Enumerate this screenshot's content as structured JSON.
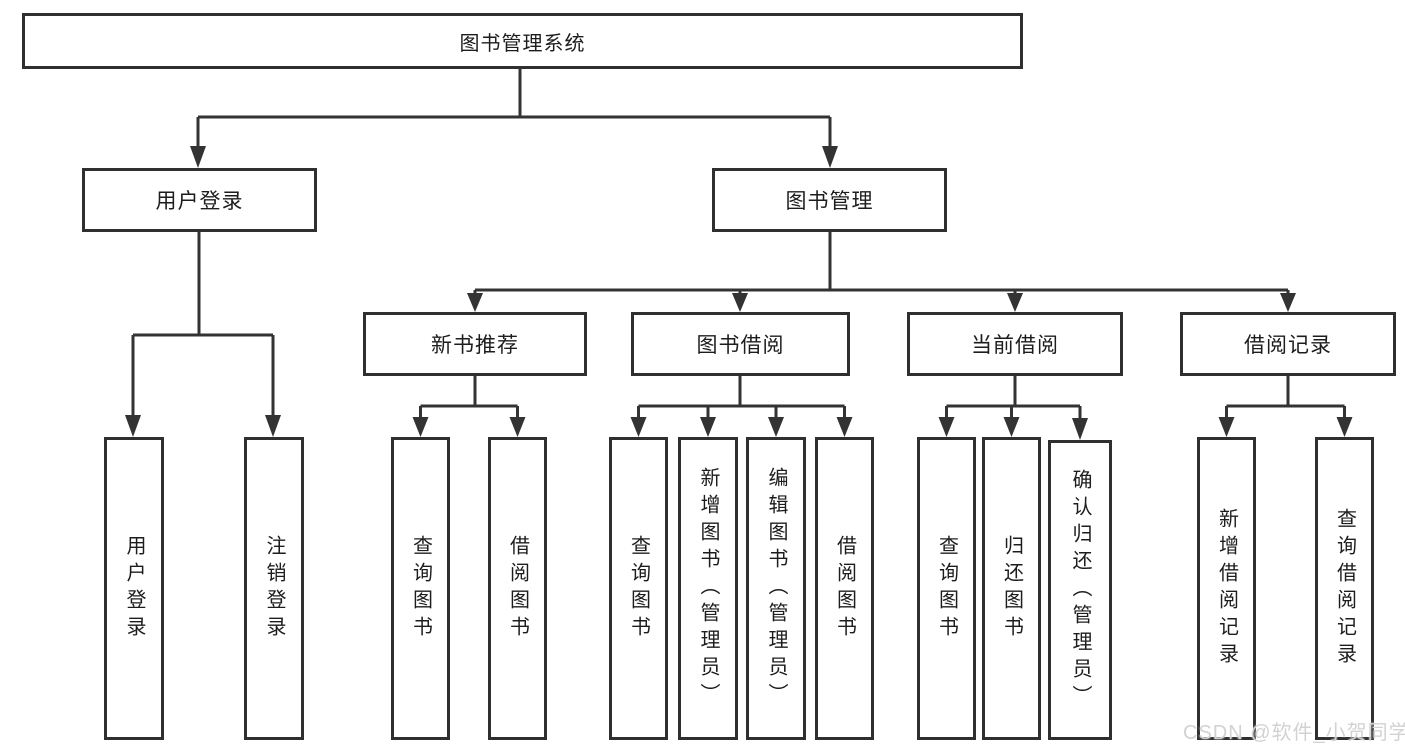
{
  "tree": {
    "root": {
      "label": "图书管理系统"
    },
    "branches": [
      {
        "label": "用户登录",
        "children": [
          {
            "label": "用户登录"
          },
          {
            "label": "注销登录"
          }
        ]
      },
      {
        "label": "图书管理",
        "children": [
          {
            "label": "新书推荐",
            "children": [
              {
                "label": "查询图书"
              },
              {
                "label": "借阅图书"
              }
            ]
          },
          {
            "label": "图书借阅",
            "children": [
              {
                "label": "查询图书"
              },
              {
                "label": "新增图书（管理员）"
              },
              {
                "label": "编辑图书（管理员）"
              },
              {
                "label": "借阅图书"
              }
            ]
          },
          {
            "label": "当前借阅",
            "children": [
              {
                "label": "查询图书"
              },
              {
                "label": "归还图书"
              },
              {
                "label": "确认归还（管理员）"
              }
            ]
          },
          {
            "label": "借阅记录",
            "children": [
              {
                "label": "新增借阅记录"
              },
              {
                "label": "查询借阅记录"
              }
            ]
          }
        ]
      }
    ]
  },
  "watermark": {
    "text": "CSDN @软件_小贺同学"
  },
  "colors": {
    "line": "#333333",
    "box_border": "#2f2f2f",
    "text": "#1d1d1d",
    "background": "#ffffff",
    "watermark": "#d2d2d2"
  }
}
